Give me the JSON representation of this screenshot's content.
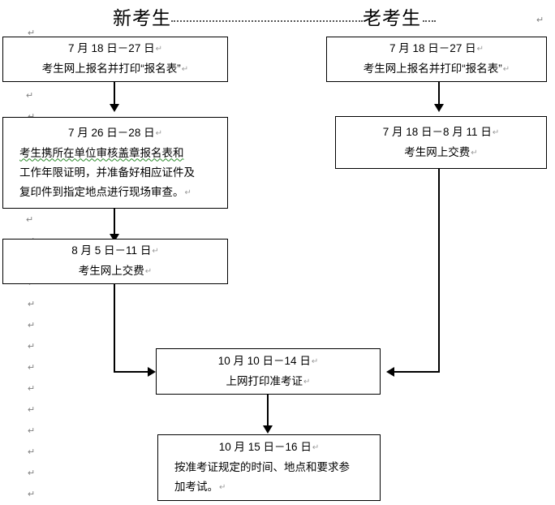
{
  "header": {
    "left_label": "新考生",
    "right_label": "老考生",
    "paragraph_mark": "↵"
  },
  "marks": {
    "pilcrow": "↵"
  },
  "flowchart": {
    "type": "flowchart",
    "title": "新考生 / 老考生 报考流程",
    "columns": [
      {
        "name": "new-candidate",
        "label": "新考生"
      },
      {
        "name": "old-candidate",
        "label": "老考生"
      }
    ],
    "nodes": [
      {
        "id": "new-register",
        "column": "new-candidate",
        "date": "7 月 18 日－27 日",
        "lines": [
          "考生网上报名并打印“报名表”"
        ]
      },
      {
        "id": "new-onsite-review",
        "column": "new-candidate",
        "date": "7 月 26 日－28 日",
        "lines": [
          "考生携所在单位审核盖章报名表和",
          "工作年限证明，并准备好相应证件及",
          "复印件到指定地点进行现场审查。"
        ]
      },
      {
        "id": "new-pay",
        "column": "new-candidate",
        "date": "8 月 5 日－11 日",
        "lines": [
          "考生网上交费"
        ]
      },
      {
        "id": "old-register",
        "column": "old-candidate",
        "date": "7 月 18 日－27 日",
        "lines": [
          "考生网上报名并打印“报名表”"
        ]
      },
      {
        "id": "old-pay",
        "column": "old-candidate",
        "date": "7 月 18 日－8 月 11 日",
        "lines": [
          "考生网上交费"
        ]
      },
      {
        "id": "print-admission-ticket",
        "column": "merged",
        "date": "10 月 10 日－14 日",
        "lines": [
          "上网打印准考证"
        ]
      },
      {
        "id": "take-exam",
        "column": "merged",
        "date": "10 月 15 日－16 日",
        "lines": [
          "按准考证规定的时间、地点和要求参",
          "加考试。"
        ]
      }
    ],
    "edges": [
      {
        "from": "new-register",
        "to": "new-onsite-review",
        "style": "straight-down"
      },
      {
        "from": "new-onsite-review",
        "to": "new-pay",
        "style": "straight-down"
      },
      {
        "from": "new-pay",
        "to": "print-admission-ticket",
        "style": "elbow-right"
      },
      {
        "from": "old-register",
        "to": "old-pay",
        "style": "straight-down"
      },
      {
        "from": "old-pay",
        "to": "print-admission-ticket",
        "style": "elbow-left"
      },
      {
        "from": "print-admission-ticket",
        "to": "take-exam",
        "style": "straight-down"
      }
    ]
  }
}
